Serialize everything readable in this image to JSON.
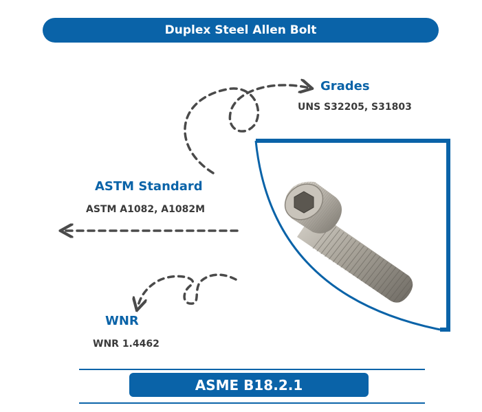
{
  "title": "Duplex Steel Allen Bolt",
  "specs": {
    "grades": {
      "title": "Grades",
      "value": "UNS S32205, S31803"
    },
    "astm": {
      "title": "ASTM Standard",
      "value": "ASTM A1082, A1082M"
    },
    "wnr": {
      "title": "WNR",
      "value": "WNR 1.4462"
    }
  },
  "standard": "ASME B18.2.1",
  "image": {
    "subject": "bolt-icon"
  },
  "colors": {
    "brand": "#0a63a8",
    "text_dark": "#3a3a3a",
    "dash": "#4a4a4a",
    "background": "#ffffff"
  }
}
